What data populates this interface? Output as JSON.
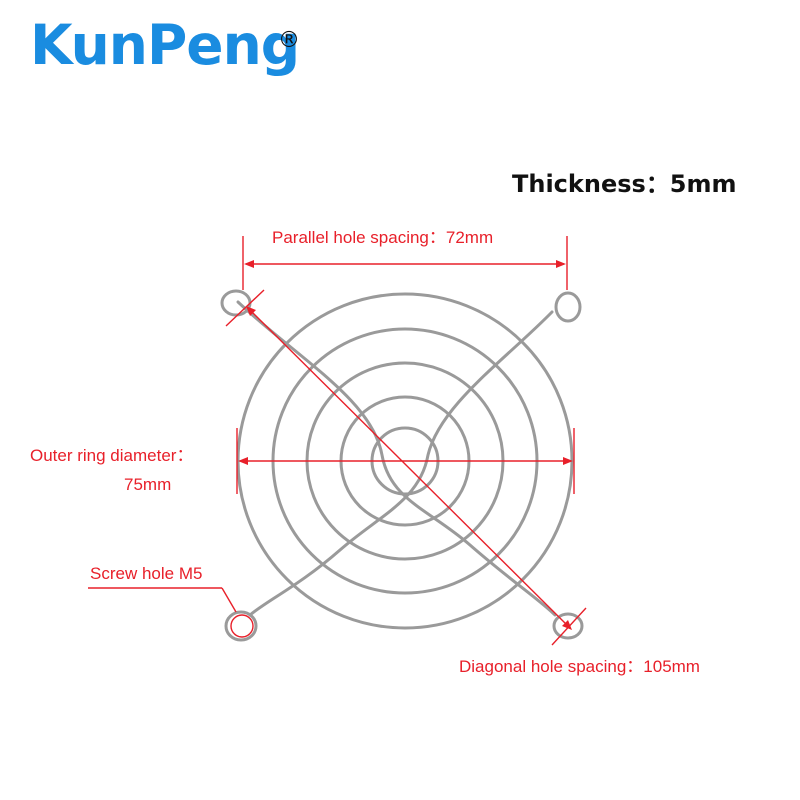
{
  "brand": {
    "name": "KunPeng",
    "registered_mark": "®",
    "color": "#1a8ce0"
  },
  "thickness_label": "Thickness：5mm",
  "annotations": {
    "parallel_hole_spacing": "Parallel hole spacing：72mm",
    "outer_ring_diameter_line1": "Outer ring diameter：",
    "outer_ring_diameter_line2": "75mm",
    "screw_hole": "Screw hole M5",
    "diagonal_hole_spacing": "Diagonal hole spacing：105mm"
  },
  "colors": {
    "annotation": "#e8202a",
    "wire": "#9a9a9a",
    "text": "#111111"
  }
}
